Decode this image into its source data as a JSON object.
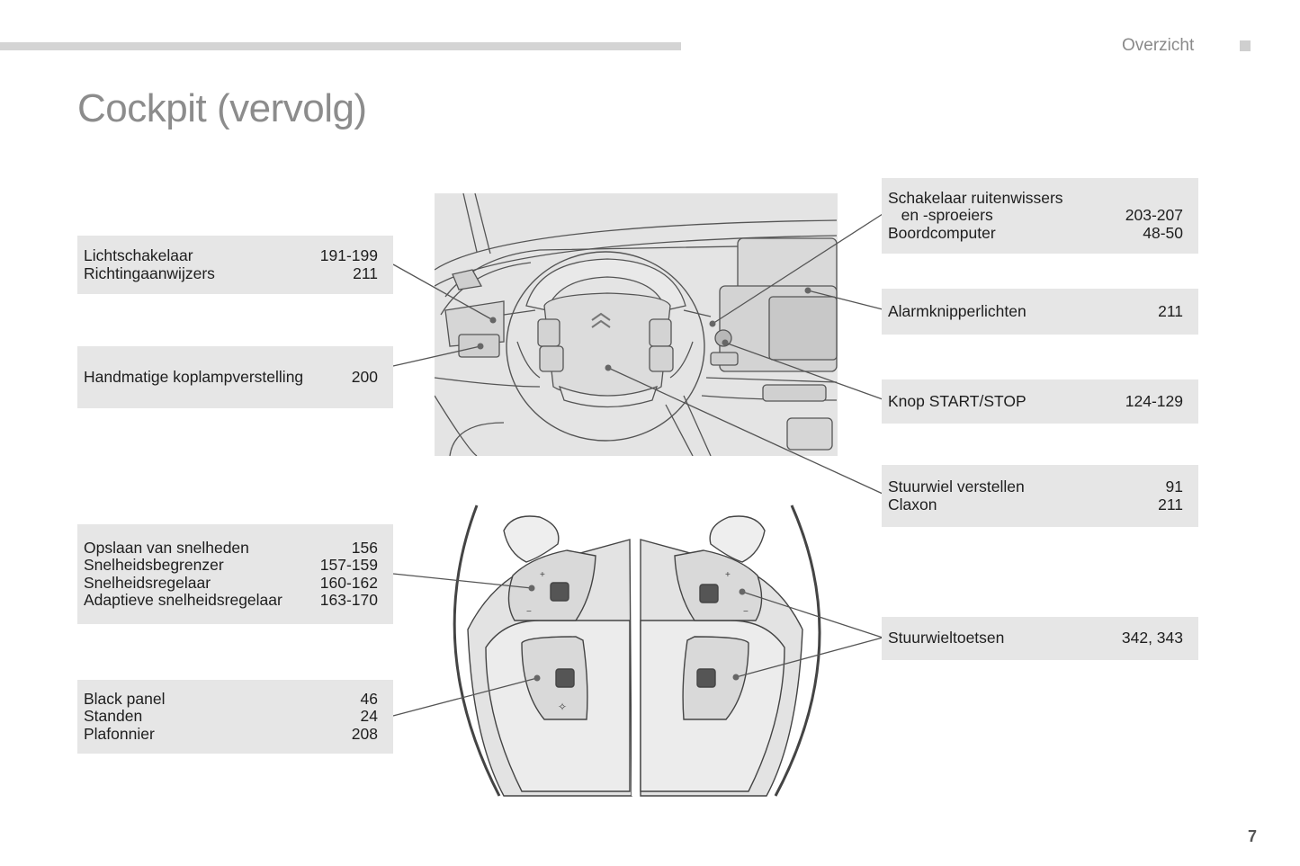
{
  "header": {
    "section": "Overzicht"
  },
  "title": "Cockpit (vervolg)",
  "page_number": "7",
  "left_boxes": [
    {
      "rows": [
        {
          "label": "Lichtschakelaar",
          "pages": "191-199"
        },
        {
          "label": "Richtingaanwijzers",
          "pages": "211"
        }
      ]
    },
    {
      "rows": [
        {
          "label": "Handmatige koplampverstelling",
          "pages": "200"
        }
      ]
    },
    {
      "rows": [
        {
          "label": "Opslaan van snelheden",
          "pages": "156"
        },
        {
          "label": "Snelheidsbegrenzer",
          "pages": "157-159"
        },
        {
          "label": "Snelheidsregelaar",
          "pages": "160-162"
        },
        {
          "label": "Adaptieve snelheidsregelaar",
          "pages": "163-170"
        }
      ]
    },
    {
      "rows": [
        {
          "label": "Black panel",
          "pages": "46"
        },
        {
          "label": "Standen",
          "pages": "24"
        },
        {
          "label": "Plafonnier",
          "pages": "208"
        }
      ]
    }
  ],
  "right_boxes": [
    {
      "rows": [
        {
          "label": "Schakelaar ruitenwissers",
          "pages": ""
        },
        {
          "label": "   en -sproeiers",
          "pages": "203-207"
        },
        {
          "label": "Boordcomputer",
          "pages": "48-50"
        }
      ]
    },
    {
      "rows": [
        {
          "label": "Alarmknipperlichten",
          "pages": "211"
        }
      ]
    },
    {
      "rows": [
        {
          "label": "Knop START/STOP",
          "pages": "124-129"
        }
      ]
    },
    {
      "rows": [
        {
          "label": "Stuurwiel verstellen",
          "pages": "91"
        },
        {
          "label": "Claxon",
          "pages": "211"
        }
      ]
    },
    {
      "rows": [
        {
          "label": "Stuurwieltoetsen",
          "pages": "342, 343"
        }
      ]
    }
  ]
}
